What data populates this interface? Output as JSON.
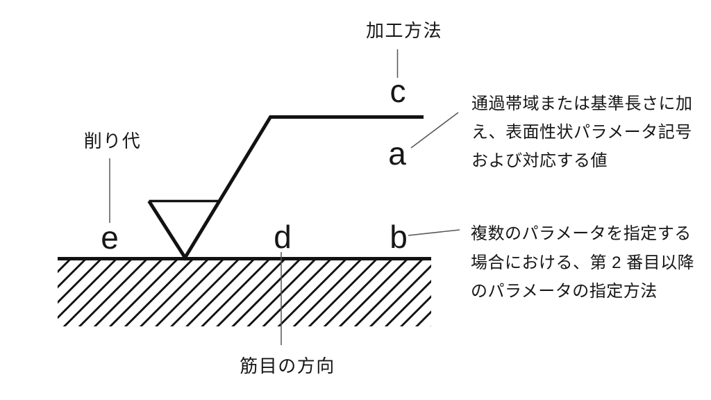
{
  "figure": {
    "description": "surface-texture-symbol-explanation-diagram",
    "colors": {
      "ink": "#121212",
      "leader": "#555555",
      "background": "#ffffff"
    },
    "labels": {
      "machining_method": "加工方法",
      "machining_allowance": "削り代",
      "lay_direction": "筋目の方向"
    },
    "position_letters": {
      "a": "a",
      "b": "b",
      "c": "c",
      "d": "d",
      "e": "e"
    },
    "annotations": {
      "a_note": {
        "lines": [
          "通過帯域または基準長さに加",
          "え、表面性状パラメータ記号",
          "および対応する値"
        ]
      },
      "b_note": {
        "lines": [
          "複数のパラメータを指定する",
          "場合における、第 2 番目以降",
          "のパラメータの指定方法"
        ]
      }
    }
  }
}
